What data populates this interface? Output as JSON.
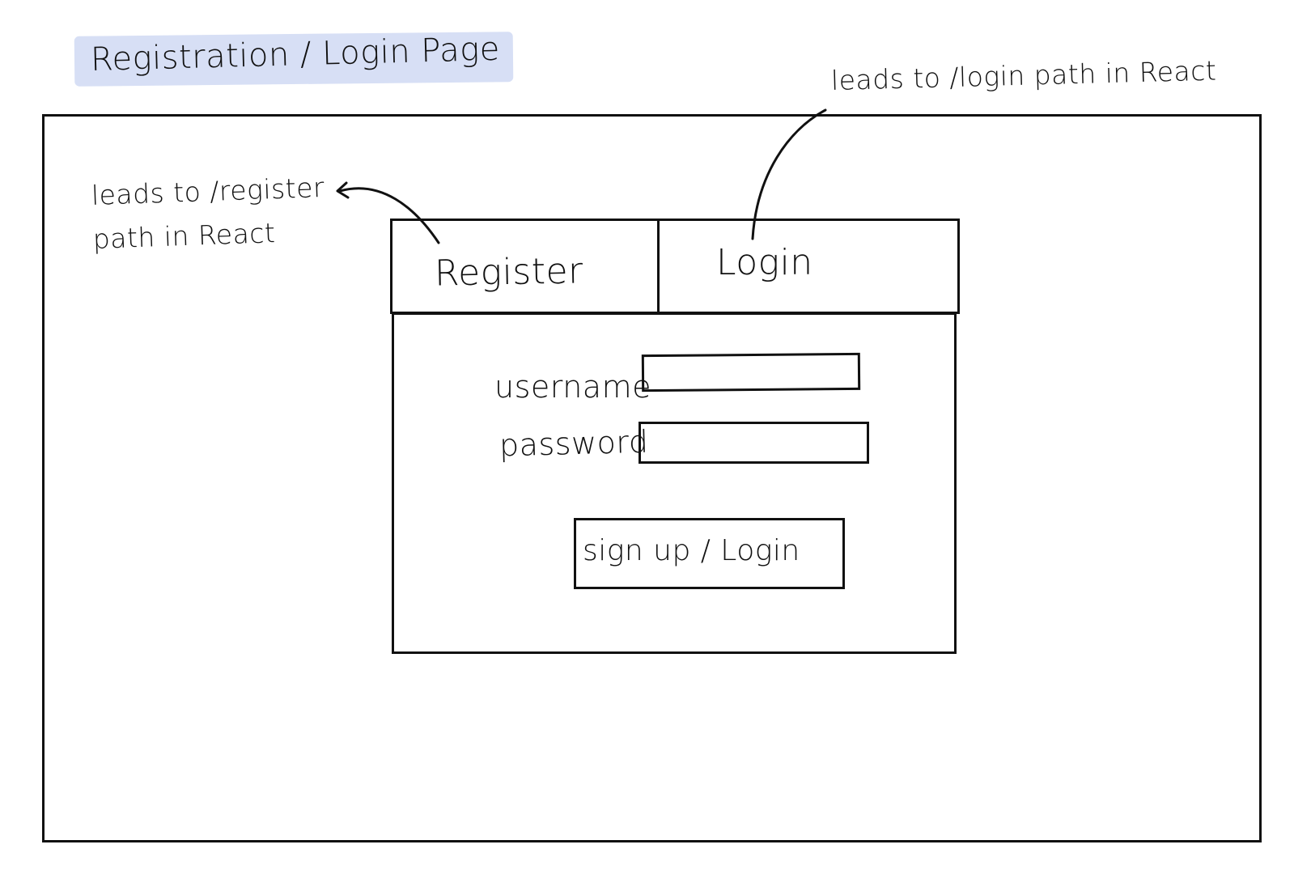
{
  "page": {
    "title": "Registration / Login Page"
  },
  "annotations": {
    "register_note_line1": "leads to /register",
    "register_note_line2": "path in React",
    "login_note": "leads to /login path in React"
  },
  "tabs": [
    {
      "label": "Register"
    },
    {
      "label": "Login"
    }
  ],
  "form": {
    "username_label": "username",
    "password_label": "password",
    "username_value": "",
    "password_value": "",
    "submit_label": "sign up / Login"
  },
  "colors": {
    "ink": "#111111",
    "title_highlight": "#d7dff5",
    "background": "#ffffff"
  }
}
